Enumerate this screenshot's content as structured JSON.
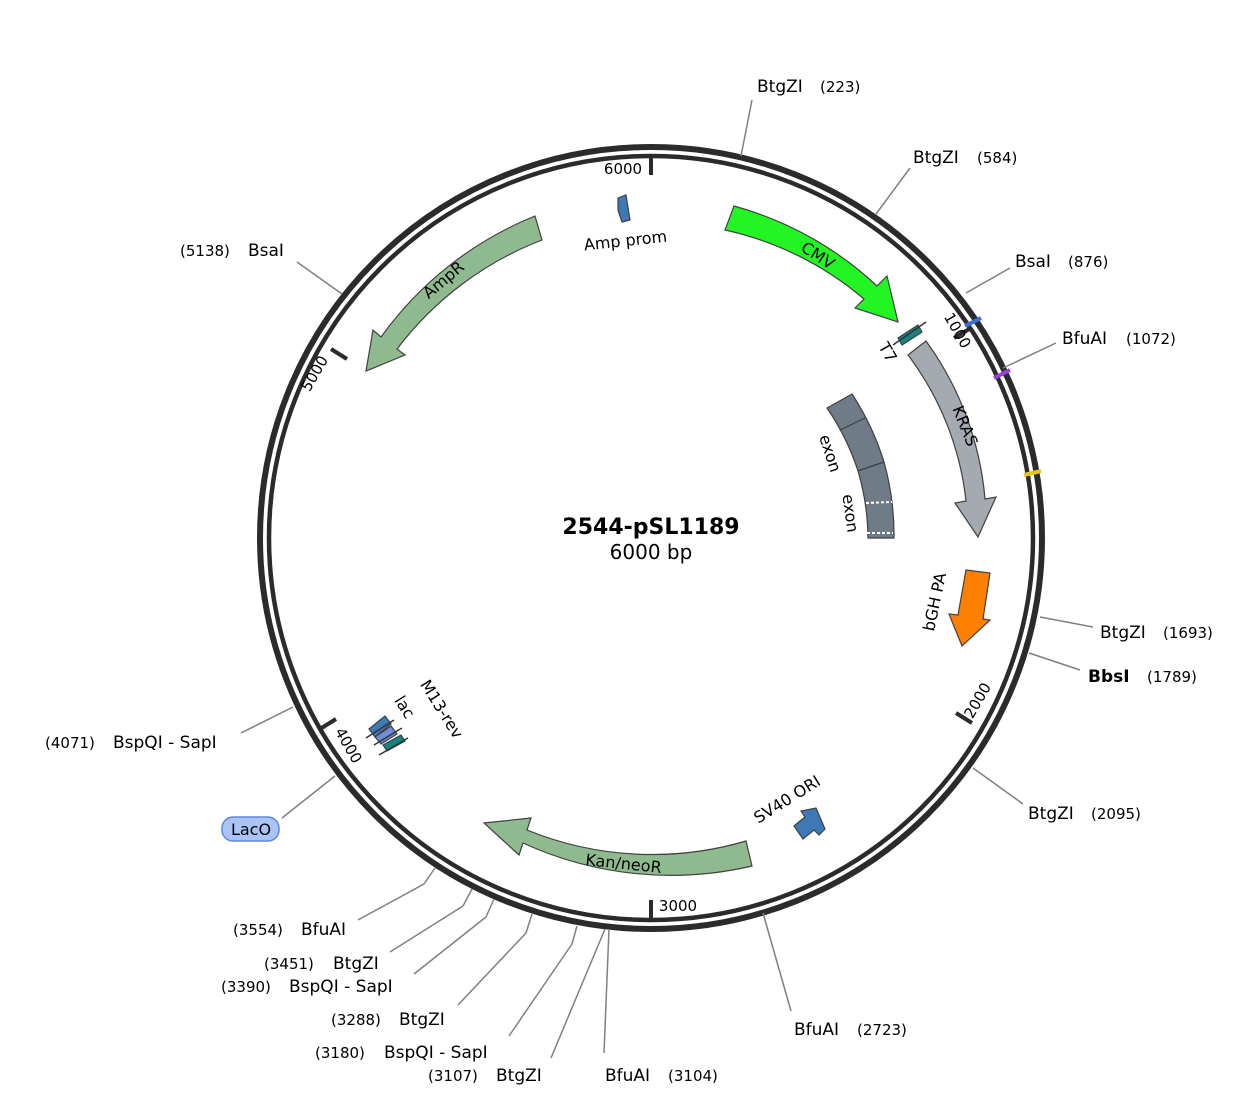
{
  "plasmid": {
    "name": "2544-pSL1189",
    "length_label": "6000 bp"
  },
  "ticks": [
    "1000",
    "2000",
    "3000",
    "4000",
    "5000",
    "6000"
  ],
  "features": [
    {
      "id": "amp-prom",
      "label": "Amp prom",
      "color": "#3d7ab5"
    },
    {
      "id": "cmv",
      "label": "CMV",
      "color": "#22f522"
    },
    {
      "id": "t7",
      "label": "T7",
      "color": "#138383"
    },
    {
      "id": "kras",
      "label": "KRAS",
      "color": "#a4aab0"
    },
    {
      "id": "exon-1",
      "label": "exon",
      "color": "#707b88"
    },
    {
      "id": "exon-2",
      "label": "exon",
      "color": "#707b88"
    },
    {
      "id": "bgh-pa",
      "label": "bGH PA",
      "color": "#ff8000"
    },
    {
      "id": "sv40-ori",
      "label": "SV40 ORI",
      "color": "#3d7ab5"
    },
    {
      "id": "kan-neor",
      "label": "Kan/neoR",
      "color": "#8fba8f"
    },
    {
      "id": "ampr",
      "label": "AmpR",
      "color": "#8fba8f"
    },
    {
      "id": "m13-rev",
      "label": "M13-rev",
      "color": "#138383"
    },
    {
      "id": "lac",
      "label": "lac",
      "color": "#6f8cd6"
    },
    {
      "id": "laco",
      "label": "LacO",
      "color": "#a9c4f5"
    }
  ],
  "sites": [
    {
      "name": "BtgZI",
      "pos": "(223)"
    },
    {
      "name": "BtgZI",
      "pos": "(584)"
    },
    {
      "name": "BsaI",
      "pos": "(876)"
    },
    {
      "name": "BfuAI",
      "pos": "(1072)"
    },
    {
      "name": "BtgZI",
      "pos": "(1693)"
    },
    {
      "name": "BbsI",
      "pos": "(1789)"
    },
    {
      "name": "BtgZI",
      "pos": "(2095)"
    },
    {
      "name": "BfuAI",
      "pos": "(2723)"
    },
    {
      "name": "BfuAI",
      "pos": "(3104)"
    },
    {
      "name": "BtgZI",
      "pos": "(3107)"
    },
    {
      "name": "BspQI - SapI",
      "pos": "(3180)"
    },
    {
      "name": "BtgZI",
      "pos": "(3288)"
    },
    {
      "name": "BspQI - SapI",
      "pos": "(3390)"
    },
    {
      "name": "BtgZI",
      "pos": "(3451)"
    },
    {
      "name": "BfuAI",
      "pos": "(3554)"
    },
    {
      "name": "BspQI - SapI",
      "pos": "(4071)"
    },
    {
      "name": "BsaI",
      "pos": "(5138)"
    }
  ],
  "colors": {
    "backbone": "#2b2b2b",
    "site_mark_blue": "#3d6fd6",
    "site_mark_purple": "#9b3fd6",
    "site_mark_yellow": "#e6c419"
  }
}
